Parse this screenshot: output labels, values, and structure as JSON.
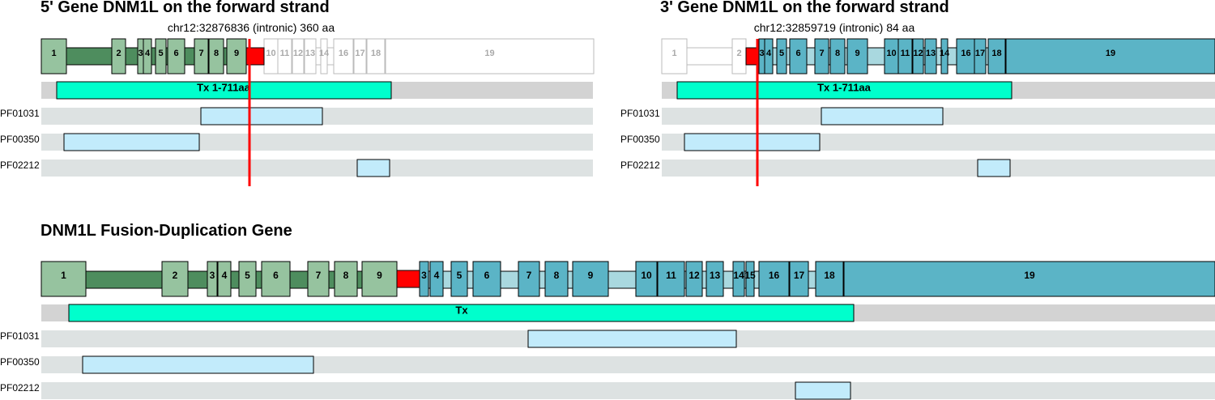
{
  "five_prime": {
    "title": "5' Gene DNM1L on the forward strand",
    "subtitle": "chr12:32876836 (intronic) 360 aa",
    "exons": [
      "1",
      "2",
      "3",
      "4",
      "5",
      "6",
      "7",
      "8",
      "9",
      "10",
      "11",
      "12",
      "13",
      "14",
      "16",
      "17",
      "18",
      "19"
    ],
    "tx_label": "Tx 1-711aa",
    "domains": [
      "PF01031",
      "PF00350",
      "PF02212"
    ]
  },
  "three_prime": {
    "title": "3' Gene DNM1L on the forward strand",
    "subtitle": "chr12:32859719 (intronic) 84 aa",
    "exons": [
      "1",
      "2",
      "3",
      "4",
      "5",
      "6",
      "7",
      "8",
      "9",
      "10",
      "11",
      "12",
      "13",
      "14",
      "16",
      "17",
      "18",
      "19"
    ],
    "tx_label": "Tx 1-711aa",
    "domains": [
      "PF01031",
      "PF00350",
      "PF02212"
    ]
  },
  "fusion": {
    "title": "DNM1L Fusion-Duplication Gene",
    "exons": [
      "1",
      "2",
      "3",
      "4",
      "5",
      "6",
      "7",
      "8",
      "9",
      "3",
      "4",
      "5",
      "6",
      "7",
      "8",
      "9",
      "10",
      "11",
      "12",
      "13",
      "14",
      "15",
      "16",
      "17",
      "18",
      "19"
    ],
    "tx_label": "Tx",
    "domains": [
      "PF01031",
      "PF00350",
      "PF02212"
    ]
  },
  "colors": {
    "five_exon": "#96c39f",
    "five_intron": "#4e8d5e",
    "three_exon": "#5bb4c6",
    "three_intron": "#a9d8df",
    "breakpoint": "#ff0000",
    "tx": "#00ffcc",
    "domain_fill": "#c2ebfb",
    "track_bg": "#dde2e2",
    "tx_track_bg": "#d3d3d3"
  }
}
